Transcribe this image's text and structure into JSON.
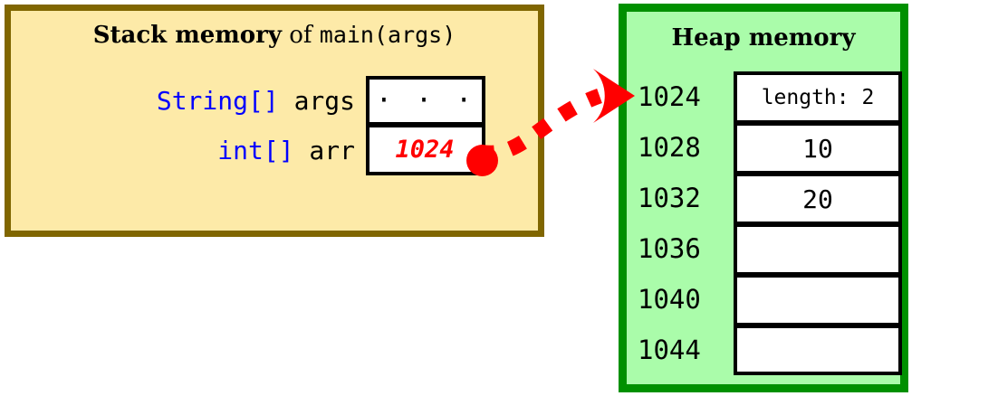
{
  "stack": {
    "title": {
      "strong": "Stack memory",
      "connector": " of ",
      "mono": "main(args)"
    },
    "variables": [
      {
        "type": "String[]",
        "name": "args",
        "value": "· · ·",
        "is_pointer": false
      },
      {
        "type": "int[]",
        "name": "arr",
        "value": "1024",
        "is_pointer": true
      }
    ],
    "colors": {
      "fill": "#fdeaa8",
      "border": "#806600",
      "type_keyword": "#0000ff",
      "pointer_value": "#ff0000"
    }
  },
  "heap": {
    "title": "Heap memory",
    "rows": [
      {
        "address": "1024",
        "value": "length: 2"
      },
      {
        "address": "1028",
        "value": "10"
      },
      {
        "address": "1032",
        "value": "20"
      },
      {
        "address": "1036",
        "value": ""
      },
      {
        "address": "1040",
        "value": ""
      },
      {
        "address": "1044",
        "value": ""
      }
    ],
    "colors": {
      "fill": "#aafcaa",
      "border": "#009000"
    }
  },
  "arrow": {
    "name": "reference-arrow",
    "color": "#ff0000",
    "style": "dashed",
    "from": "stack-cell-arr",
    "to": "heap-row-1024"
  }
}
